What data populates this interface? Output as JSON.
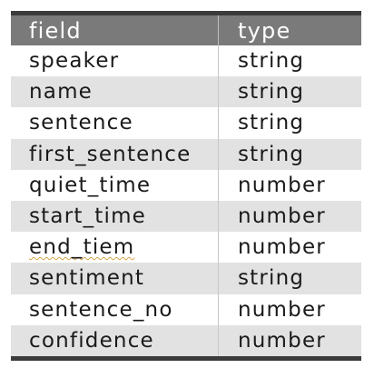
{
  "table": {
    "headers": [
      "field",
      "type"
    ],
    "rows": [
      {
        "field": "speaker",
        "type": "string"
      },
      {
        "field": "name",
        "type": "string"
      },
      {
        "field": "sentence",
        "type": "string"
      },
      {
        "field": "first_sentence",
        "type": "string"
      },
      {
        "field": "quiet_time",
        "type": "number"
      },
      {
        "field": "start_time",
        "type": "number"
      },
      {
        "field": "end_tiem",
        "type": "number"
      },
      {
        "field": "sentiment",
        "type": "string"
      },
      {
        "field": "sentence_no",
        "type": "number"
      },
      {
        "field": "confidence",
        "type": "number"
      }
    ]
  },
  "colors": {
    "header_background": "#7a7a7a",
    "border": "#3b3b3b",
    "stripe": "#e2e2e2",
    "spellcheck_underline": "#d4a44a"
  }
}
